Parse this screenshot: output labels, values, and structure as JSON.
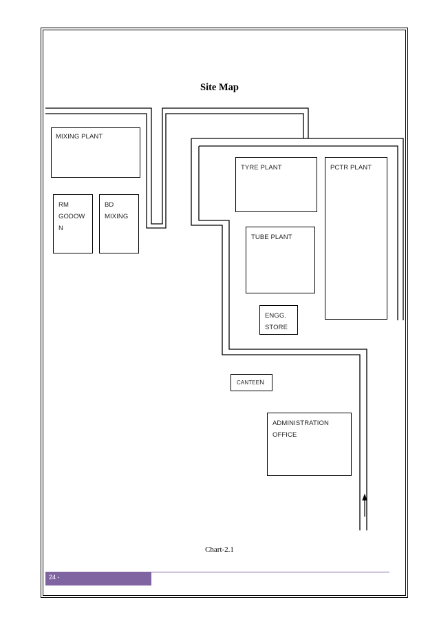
{
  "title": "Site Map",
  "blocks": {
    "mixing_plant": "MIXING PLANT",
    "rm_godown": "RM\nGODOW\nN",
    "bd_mixing": "BD\nMIXING",
    "tyre_plant": "TYRE PLANT",
    "pctr_plant": "PCTR PLANT",
    "tube_plant": "TUBE PLANT",
    "engg_store": "ENGG.\nSTORE",
    "canteen_small": "CANTEE",
    "canteen_end": "N",
    "administration_office": "ADMINISTRATION\nOFFICE"
  },
  "caption": "Chart-2.1",
  "footer": {
    "page_label": "24  -",
    "accent_color": "#8064a2"
  }
}
